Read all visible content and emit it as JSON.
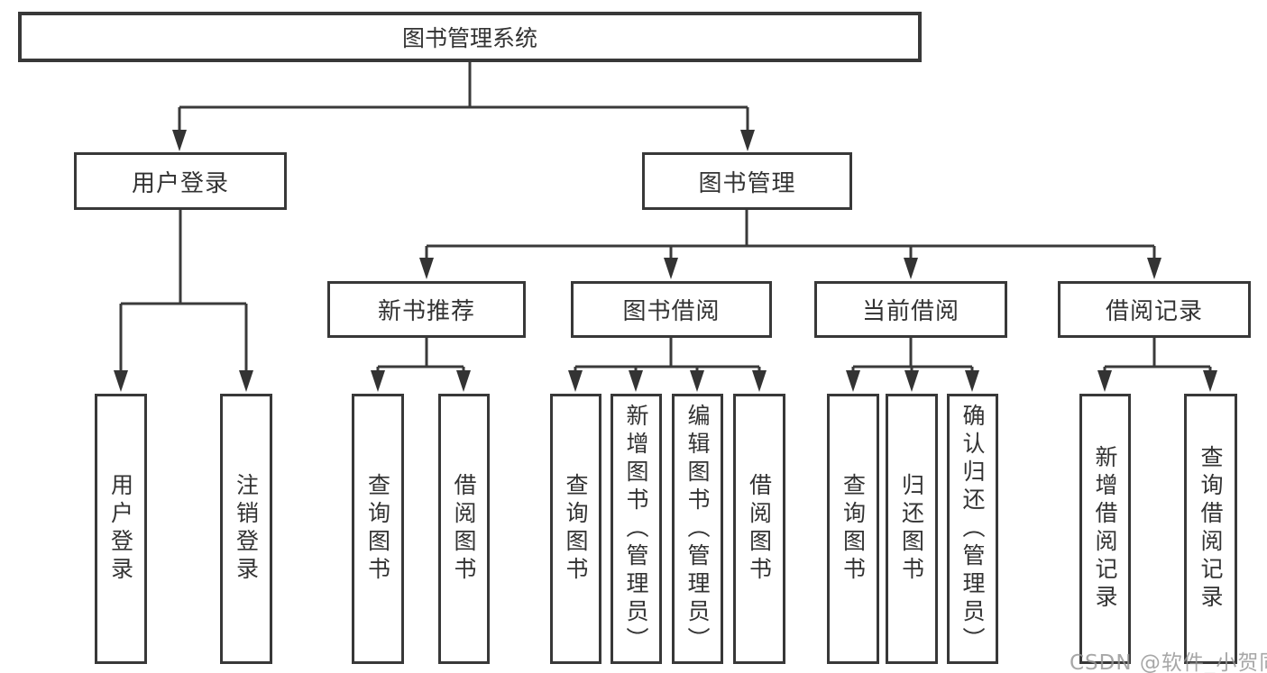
{
  "diagram": {
    "type": "tree-diagram",
    "root": {
      "label": "图书管理系统"
    },
    "branches": [
      {
        "label": "用户登录",
        "children": [
          {
            "label": "用户登录"
          },
          {
            "label": "注销登录"
          }
        ]
      },
      {
        "label": "图书管理",
        "children": [
          {
            "label": "新书推荐",
            "children": [
              {
                "label": "查询图书"
              },
              {
                "label": "借阅图书"
              }
            ]
          },
          {
            "label": "图书借阅",
            "children": [
              {
                "label": "查询图书"
              },
              {
                "label": "新增图书（管理员）"
              },
              {
                "label": "编辑图书（管理员）"
              },
              {
                "label": "借阅图书"
              }
            ]
          },
          {
            "label": "当前借阅",
            "children": [
              {
                "label": "查询图书"
              },
              {
                "label": "归还图书"
              },
              {
                "label": "确认归还（管理员）"
              }
            ]
          },
          {
            "label": "借阅记录",
            "children": [
              {
                "label": "新增借阅记录"
              },
              {
                "label": "查询借阅记录"
              }
            ]
          }
        ]
      }
    ]
  },
  "watermark": "CSDN @软件_小贺同学",
  "colors": {
    "line": "#3a3a3a",
    "text": "#333333",
    "background": "#ffffff",
    "watermark": "#949494"
  }
}
